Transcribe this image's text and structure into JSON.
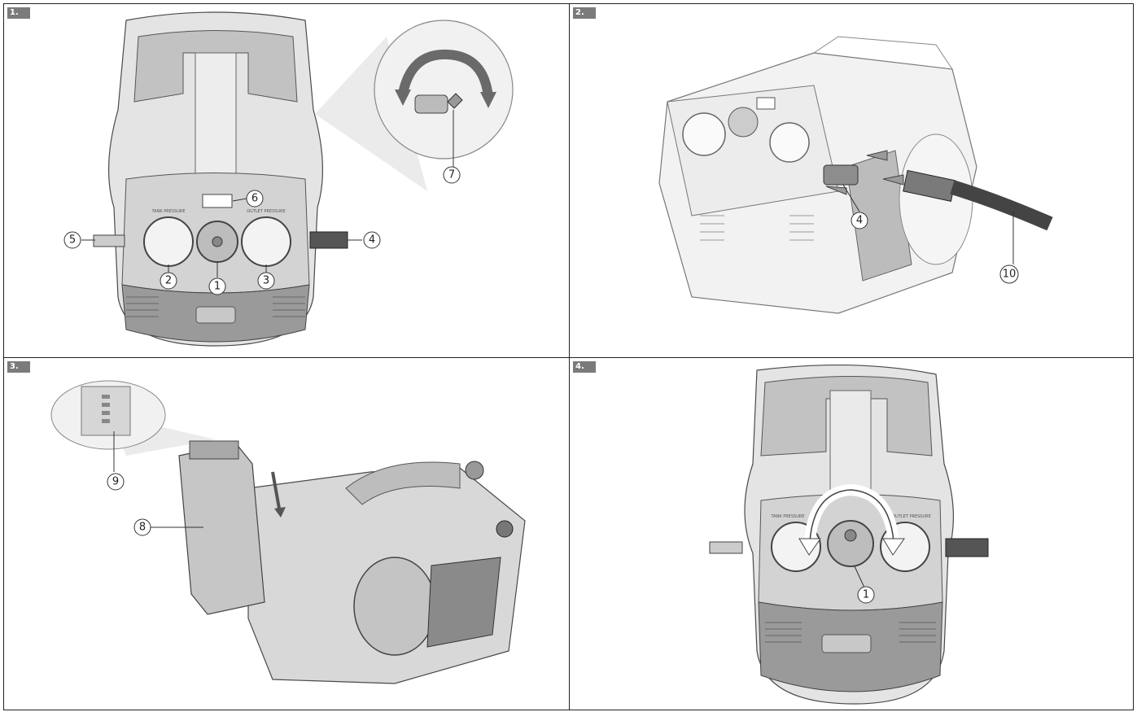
{
  "panels": [
    {
      "step": "1.",
      "callouts": [
        "7",
        "6",
        "5",
        "4",
        "2",
        "1",
        "3"
      ],
      "gauge_labels": [
        "TANK PRESSURE",
        "OUTLET PRESSURE"
      ]
    },
    {
      "step": "2.",
      "callouts": [
        "4",
        "10"
      ]
    },
    {
      "step": "3.",
      "callouts": [
        "9",
        "8"
      ]
    },
    {
      "step": "4.",
      "callouts": [
        "1"
      ],
      "gauge_labels": [
        "TANK PRESSURE",
        "OUTLET PRESSURE"
      ]
    }
  ],
  "colors": {
    "body": "#e4e4e4",
    "shade": "#b9b9b9",
    "dark": "#8a8a8a",
    "line": "#4a4a4a",
    "tag": "#7b7b7b"
  }
}
